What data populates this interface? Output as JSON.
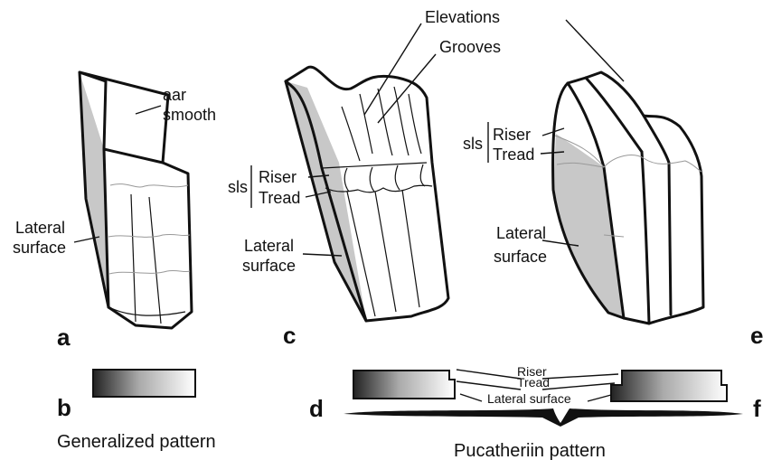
{
  "panels": {
    "a": "a",
    "b": "b",
    "c": "c",
    "d": "d",
    "e": "e",
    "f": "f"
  },
  "labels": {
    "aar_line1": "aar",
    "aar_line2": "smooth",
    "lateral_a_line1": "Lateral",
    "lateral_a_line2": "surface",
    "elevations": "Elevations",
    "grooves": "Grooves",
    "sls_c": "sls",
    "riser_c": "Riser",
    "tread_c": "Tread",
    "lateral_c_line1": "Lateral",
    "lateral_c_line2": "surface",
    "sls_e": "sls",
    "riser_e": "Riser",
    "tread_e": "Tread",
    "lateral_e_line1": "Lateral",
    "lateral_e_line2": "surface",
    "riser_df": "Riser",
    "tread_df": "Tread",
    "lateral_df": "Lateral surface",
    "generalized_pattern": "Generalized pattern",
    "pucatheriin_pattern": "Pucatheriin pattern"
  }
}
